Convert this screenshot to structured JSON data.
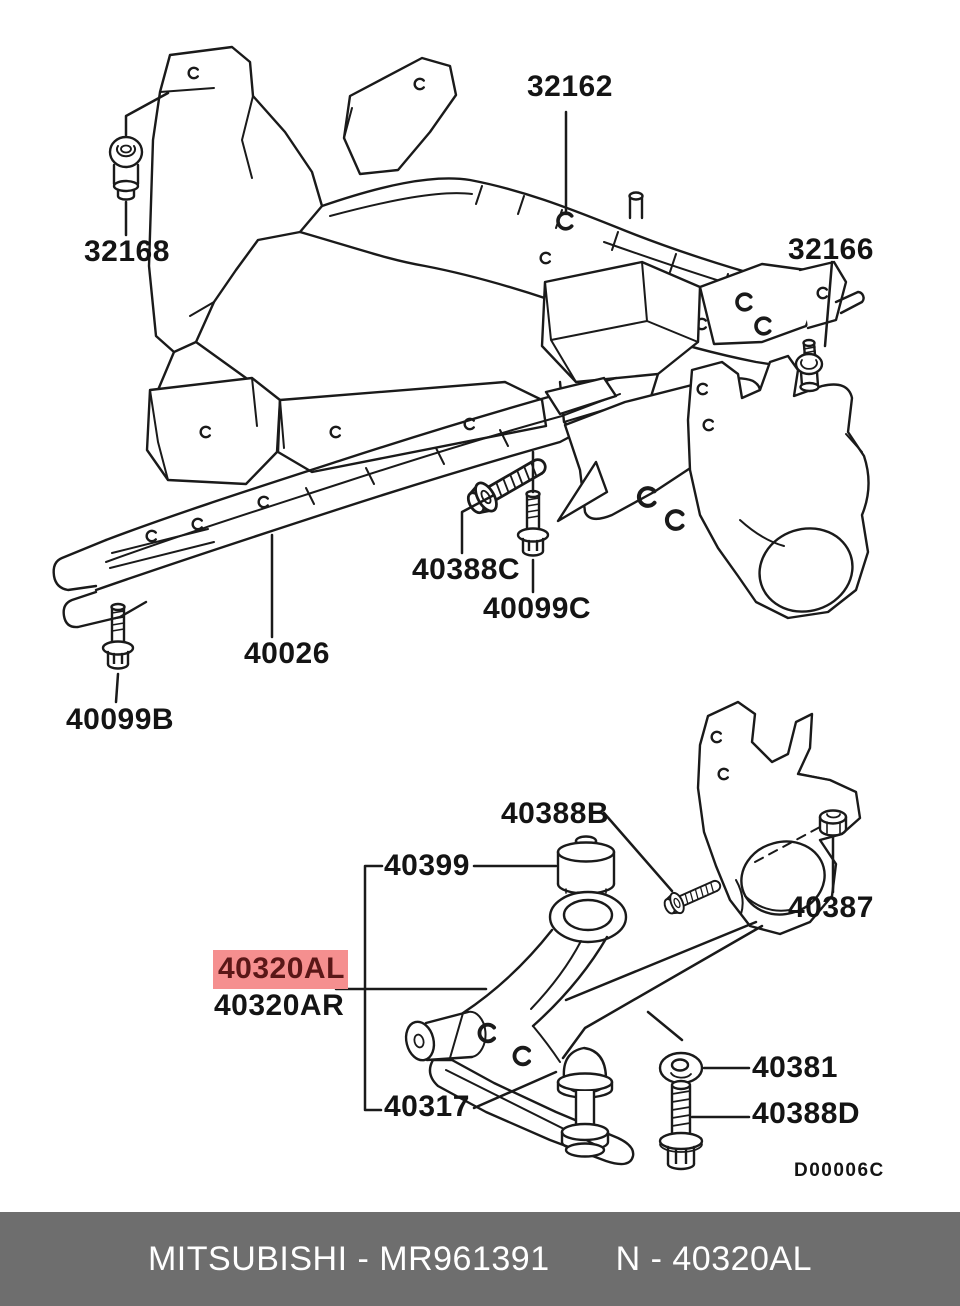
{
  "diagram": {
    "drawing_code": "D00006C",
    "description": "exploded view of front suspension crossmember, stay bar, steering knuckles and lower control arm",
    "labels": [
      {
        "text": "32162",
        "highlighted": false
      },
      {
        "text": "32168",
        "highlighted": false
      },
      {
        "text": "32166",
        "highlighted": false
      },
      {
        "text": "40388C",
        "highlighted": false
      },
      {
        "text": "40099C",
        "highlighted": false
      },
      {
        "text": "40026",
        "highlighted": false
      },
      {
        "text": "40099B",
        "highlighted": false
      },
      {
        "text": "40388B",
        "highlighted": false
      },
      {
        "text": "40399",
        "highlighted": false
      },
      {
        "text": "40320AL",
        "highlighted": true
      },
      {
        "text": "40320AR",
        "highlighted": false
      },
      {
        "text": "40317",
        "highlighted": false
      },
      {
        "text": "40387",
        "highlighted": false
      },
      {
        "text": "40381",
        "highlighted": false
      },
      {
        "text": "40388D",
        "highlighted": false
      }
    ]
  },
  "colors": {
    "highlight_bg": "#f58f8f",
    "highlight_text": "#5a1717",
    "footer_bg": "#6e6e6e",
    "footer_text": "#ffffff",
    "line": "#1a1a1a"
  },
  "footer": {
    "left": "MITSUBISHI - MR961391",
    "right": "N - 40320AL"
  }
}
